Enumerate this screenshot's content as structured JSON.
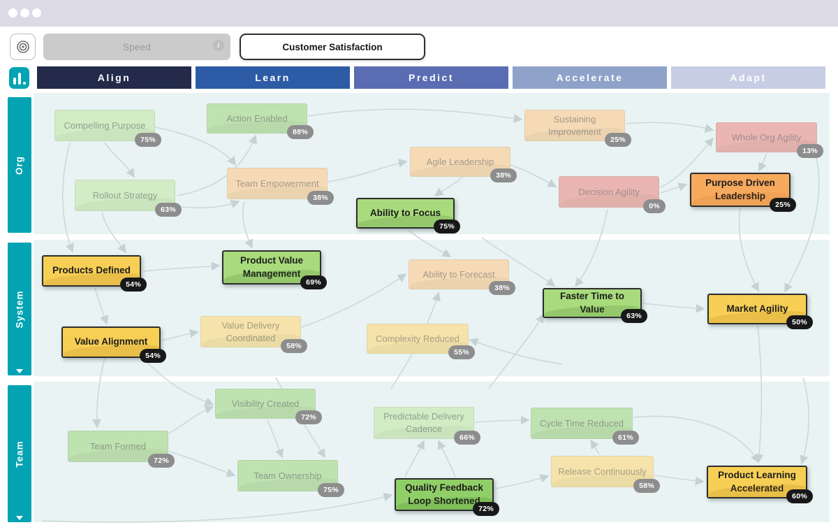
{
  "window": {
    "type": "browser-chrome"
  },
  "toolbar": {
    "target_button": "target-icon",
    "tabs": [
      {
        "label": "Speed",
        "active": false,
        "info_icon_glyph": "i"
      },
      {
        "label": "Customer Satisfaction",
        "active": true
      }
    ]
  },
  "columns": [
    {
      "label": "Align",
      "color": "#232a4a"
    },
    {
      "label": "Learn",
      "color": "#2e5ba6"
    },
    {
      "label": "Predict",
      "color": "#5a6cb2"
    },
    {
      "label": "Accelerate",
      "color": "#8fa2c9"
    },
    {
      "label": "Adapt",
      "color": "#c6cde4"
    }
  ],
  "rows": [
    {
      "label": "Org",
      "collapsible": false
    },
    {
      "label": "System",
      "collapsible": true
    },
    {
      "label": "Team",
      "collapsible": true
    }
  ],
  "theme": {
    "accent_teal": "#03a3b3",
    "canvas_bg": "#e9f3f4",
    "topbar_bg": "#dbdae6",
    "badge_gray": "#8d8d8d",
    "badge_black": "#181818",
    "arrow_gray": "#ccd8d9"
  },
  "cards": [
    {
      "label": "Compelling Purpose",
      "pct": "75%",
      "row": "Org",
      "state": "faded",
      "color": "green-light"
    },
    {
      "label": "Action Enabled",
      "pct": "88%",
      "row": "Org",
      "state": "faded",
      "color": "green"
    },
    {
      "label": "Sustaining Improvement",
      "pct": "25%",
      "row": "Org",
      "state": "faded",
      "color": "orange"
    },
    {
      "label": "Whole Org Agility",
      "pct": "13%",
      "row": "Org",
      "state": "faded",
      "color": "red"
    },
    {
      "label": "Rollout Strategy",
      "pct": "63%",
      "row": "Org",
      "state": "faded",
      "color": "green-light"
    },
    {
      "label": "Team Empowerment",
      "pct": "38%",
      "row": "Org",
      "state": "faded",
      "color": "orange"
    },
    {
      "label": "Agile Leadership",
      "pct": "38%",
      "row": "Org",
      "state": "faded",
      "color": "orange"
    },
    {
      "label": "Decision Agility",
      "pct": "0%",
      "row": "Org",
      "state": "faded",
      "color": "red"
    },
    {
      "label": "Ability to Focus",
      "pct": "75%",
      "row": "Org",
      "state": "active",
      "color": "green"
    },
    {
      "label": "Purpose Driven Leadership",
      "pct": "25%",
      "row": "Org",
      "state": "active",
      "color": "orange"
    },
    {
      "label": "Products Defined",
      "pct": "54%",
      "row": "System",
      "state": "active",
      "color": "yellow"
    },
    {
      "label": "Product Value Management",
      "pct": "69%",
      "row": "System",
      "state": "active",
      "color": "green"
    },
    {
      "label": "Ability to Forecast",
      "pct": "38%",
      "row": "System",
      "state": "faded",
      "color": "orange"
    },
    {
      "label": "Faster Time to Value",
      "pct": "63%",
      "row": "System",
      "state": "active",
      "color": "green"
    },
    {
      "label": "Market Agility",
      "pct": "50%",
      "row": "System",
      "state": "active",
      "color": "yellow"
    },
    {
      "label": "Value Alignment",
      "pct": "54%",
      "row": "System",
      "state": "active",
      "color": "yellow"
    },
    {
      "label": "Value Delivery Coordinated",
      "pct": "58%",
      "row": "System",
      "state": "faded",
      "color": "yellow"
    },
    {
      "label": "Complexity Reduced",
      "pct": "55%",
      "row": "System",
      "state": "faded",
      "color": "yellow"
    },
    {
      "label": "Visibility Created",
      "pct": "72%",
      "row": "Team",
      "state": "faded",
      "color": "green"
    },
    {
      "label": "Team Formed",
      "pct": "72%",
      "row": "Team",
      "state": "faded",
      "color": "green"
    },
    {
      "label": "Predictable Delivery Cadence",
      "pct": "66%",
      "row": "Team",
      "state": "faded",
      "color": "green-light"
    },
    {
      "label": "Cycle Time Reduced",
      "pct": "61%",
      "row": "Team",
      "state": "faded",
      "color": "green"
    },
    {
      "label": "Release Continuously",
      "pct": "58%",
      "row": "Team",
      "state": "faded",
      "color": "yellow"
    },
    {
      "label": "Team Ownership",
      "pct": "75%",
      "row": "Team",
      "state": "faded",
      "color": "green"
    },
    {
      "label": "Quality Feedback Loop Shortened",
      "pct": "72%",
      "row": "Team",
      "state": "active",
      "color": "green-dark"
    },
    {
      "label": "Product Learning Accelerated",
      "pct": "60%",
      "row": "Team",
      "state": "active",
      "color": "yellow"
    }
  ]
}
